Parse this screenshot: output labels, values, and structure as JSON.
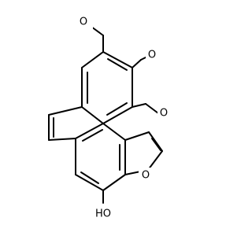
{
  "molecule": {
    "atom_labels": [
      {
        "id": "o_top",
        "text": "O"
      },
      {
        "id": "o_mid",
        "text": "O"
      },
      {
        "id": "o_right",
        "text": "O"
      },
      {
        "id": "o_furan",
        "text": "O"
      },
      {
        "id": "oh",
        "text": "HO"
      }
    ],
    "colors": {
      "bond": "#000000",
      "background": "#ffffff"
    }
  }
}
